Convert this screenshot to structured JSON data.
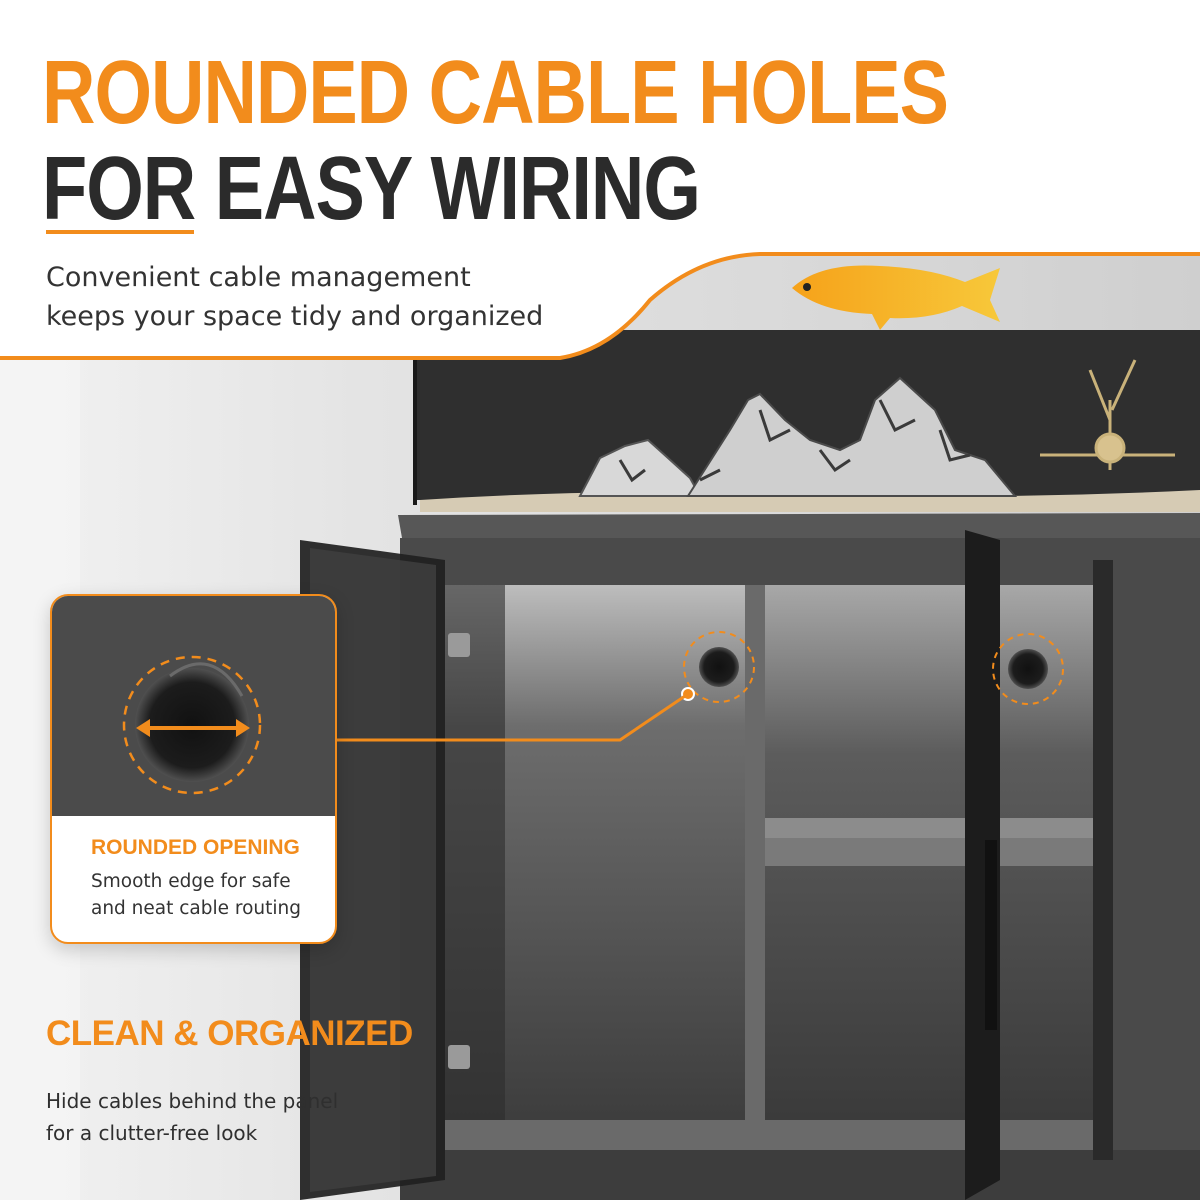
{
  "headline": {
    "line1": "ROUNDED CABLE HOLES",
    "line2": "FOR EASY WIRING"
  },
  "subtitle": {
    "line1": "Convenient cable management",
    "line2": "keeps your space tidy and organized"
  },
  "callout": {
    "title": "ROUNDED OPENING",
    "desc_line1": "Smooth edge for safe",
    "desc_line2": "and neat cable routing"
  },
  "section": {
    "title": "CLEAN & ORGANIZED",
    "desc_line1": "Hide cables behind the panel",
    "desc_line2": "for a clutter-free look"
  },
  "icons": [
    "fish-icon",
    "rock-decor-icon",
    "plant-decor-icon",
    "cable-hole-icon",
    "hinge-icon",
    "double-arrow-icon"
  ],
  "colors": {
    "accent": "#f28c1c",
    "dark_text": "#2b2b2b",
    "cabinet": "#3a3a3a"
  }
}
